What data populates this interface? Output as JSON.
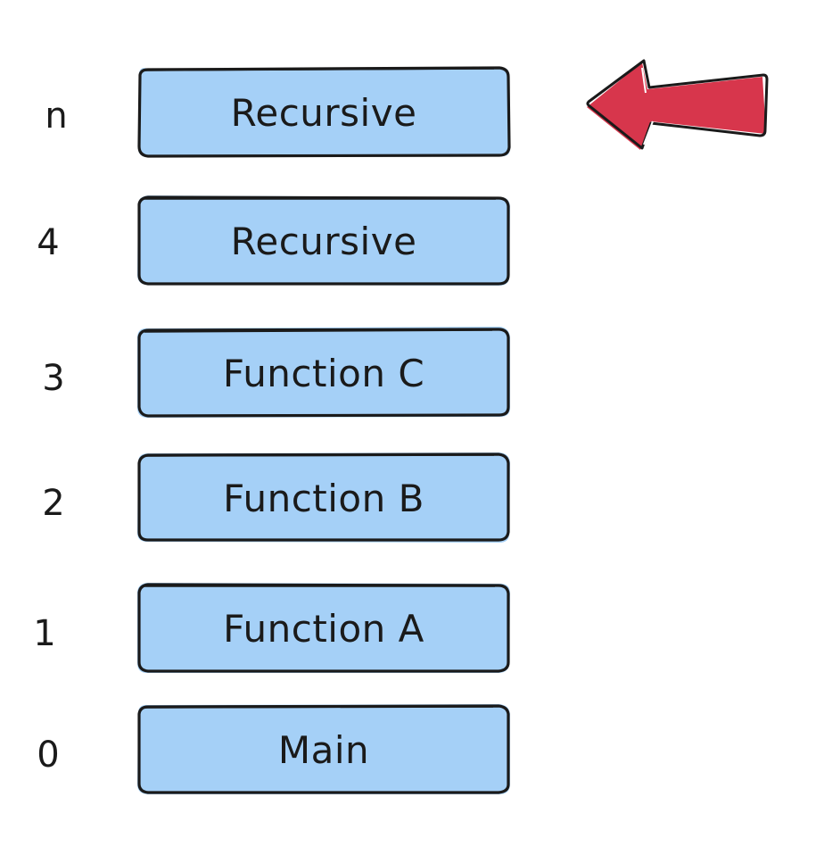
{
  "colors": {
    "frame_fill": "#a5d0f7",
    "frame_stroke": "#1a1a1a",
    "arrow_fill": "#d7364c",
    "arrow_stroke": "#1a1a1a"
  },
  "pointer": {
    "icon": "left-arrow-icon",
    "target_frame": "n"
  },
  "stack": {
    "frames": [
      {
        "index": "n",
        "label": "Recursive"
      },
      {
        "index": "4",
        "label": "Recursive"
      },
      {
        "index": "3",
        "label": "Function C"
      },
      {
        "index": "2",
        "label": "Function B"
      },
      {
        "index": "1",
        "label": "Function A"
      },
      {
        "index": "0",
        "label": "Main"
      }
    ]
  }
}
